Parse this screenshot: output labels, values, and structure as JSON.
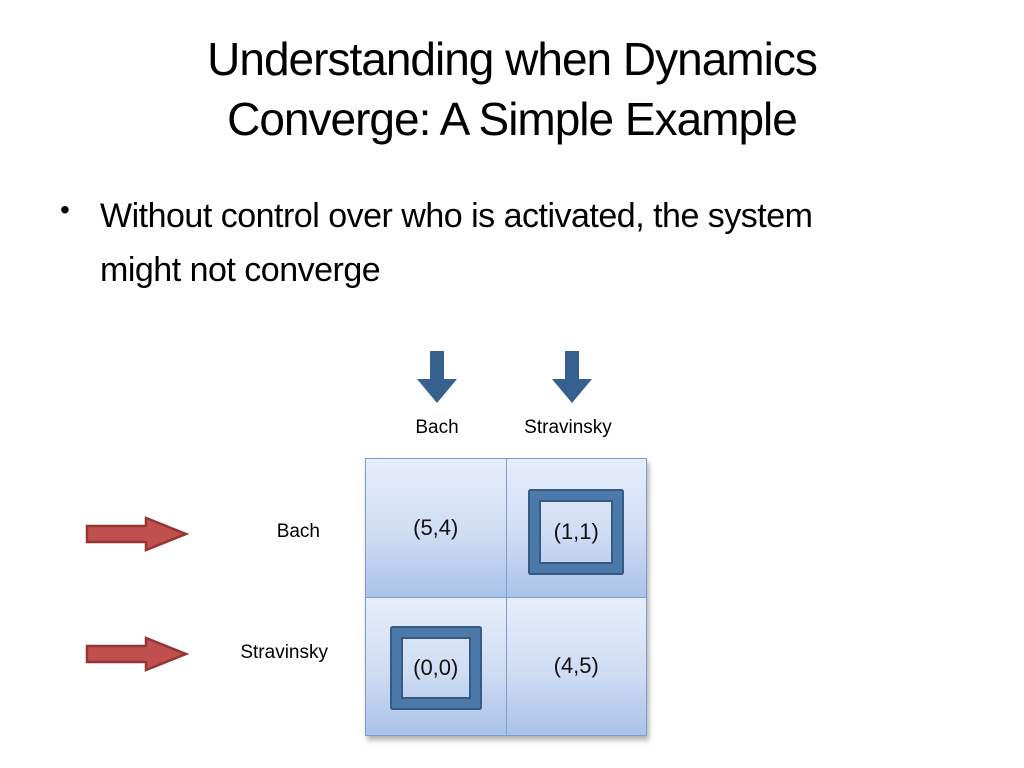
{
  "slide": {
    "title": {
      "line1": "Understanding when Dynamics",
      "line2": "Converge: A Simple Example"
    },
    "bullet": {
      "marker": "•",
      "text": "Without control over who is activated, the system might not converge"
    }
  },
  "diagram": {
    "column_headers": [
      "Bach",
      "Stravinsky"
    ],
    "row_headers": [
      "Bach",
      "Stravinsky"
    ],
    "column_arrow_icons": [
      "blue-down-arrow-icon",
      "blue-down-arrow-icon"
    ],
    "row_arrow_icons": [
      "red-right-arrow-icon",
      "red-right-arrow-icon"
    ],
    "matrix": {
      "rows": [
        {
          "cells": [
            {
              "value": "(5,4)",
              "highlighted": false
            },
            {
              "value": "(1,1)",
              "highlighted": true
            }
          ]
        },
        {
          "cells": [
            {
              "value": "(0,0)",
              "highlighted": true
            },
            {
              "value": "(4,5)",
              "highlighted": false
            }
          ]
        }
      ]
    }
  },
  "colors": {
    "blue_arrow": "#36618f",
    "red_arrow_fill": "#c0504d",
    "red_arrow_stroke": "#943634",
    "highlight_frame": "#4b79a9",
    "highlight_frame_edge": "#365a82",
    "cell_gradient_top": "#e7eefb",
    "cell_gradient_bottom": "#a9c3e9",
    "grid_line": "#7d9dca"
  }
}
